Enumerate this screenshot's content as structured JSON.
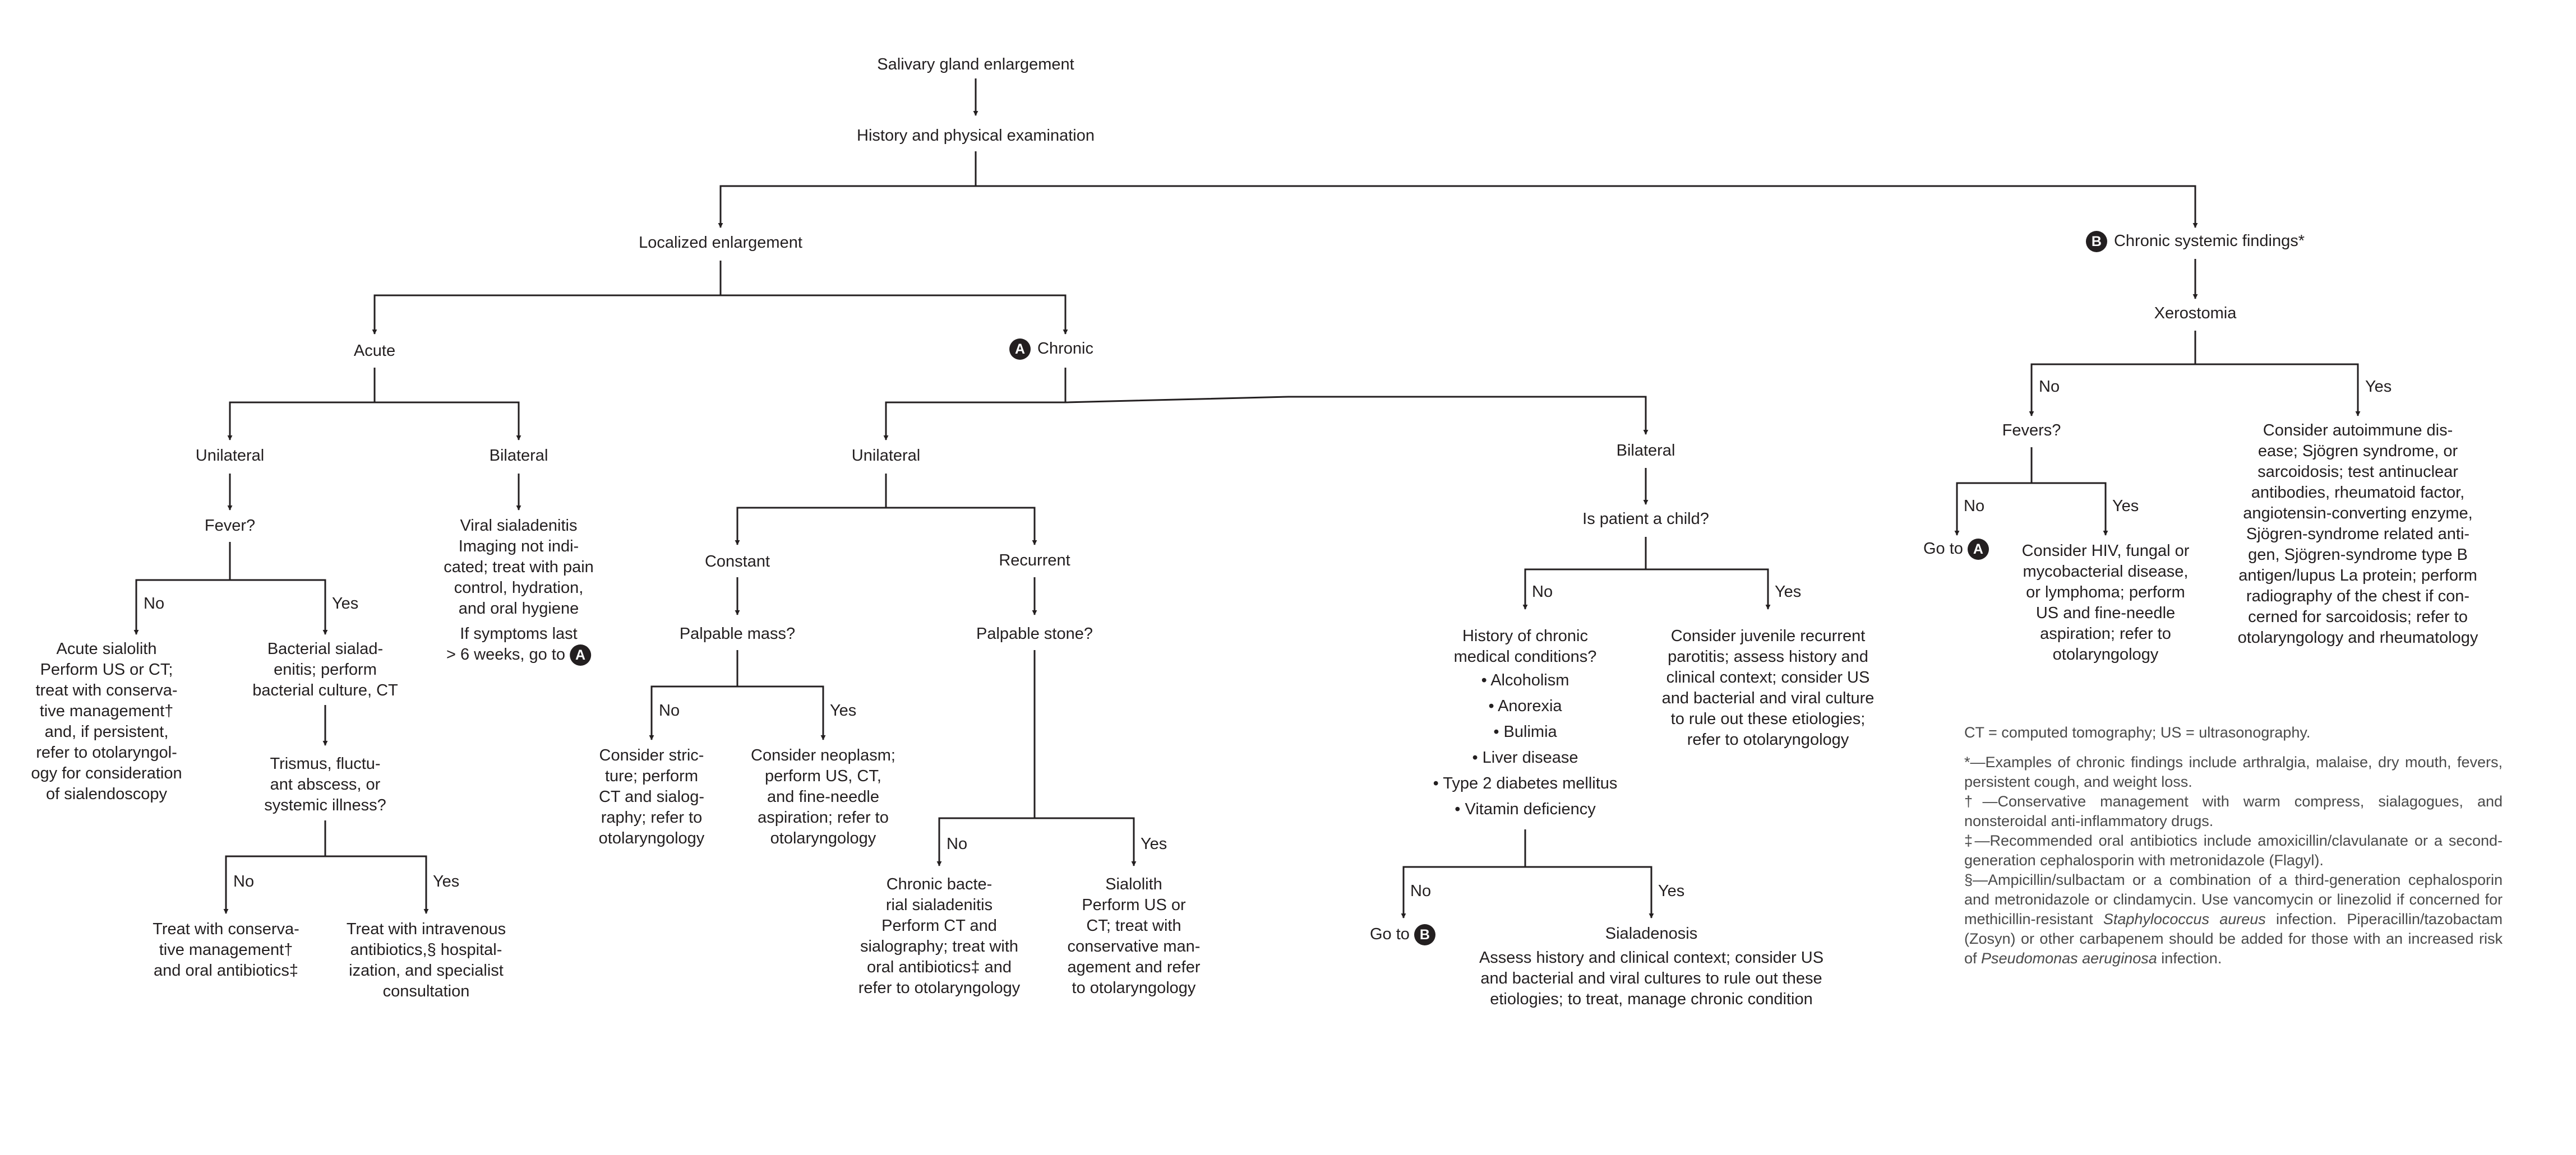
{
  "root": "Salivary gland enlargement",
  "history": "History and physical examination",
  "localized": "Localized enlargement",
  "chronic_systemic": {
    "badge": "B",
    "label": "Chronic systemic findings*"
  },
  "xerostomia": "Xerostomia",
  "acute": "Acute",
  "chronic": {
    "badge": "A",
    "label": "Chronic"
  },
  "acute_unilateral": "Unilateral",
  "acute_bilateral": "Bilateral",
  "fever_q": "Fever?",
  "viral": {
    "title": "Viral sialadenitis",
    "lines": [
      "Imaging not indi-",
      "cated; treat with pain",
      "control, hydration,",
      "and oral hygiene"
    ],
    "symptom_lines": [
      "If symptoms last",
      "> 6 weeks, go to"
    ],
    "badge": "A"
  },
  "acute_sialolith": {
    "title": "Acute sialolith",
    "lines": [
      "Perform US or CT;",
      "treat with conserva-",
      "tive management†",
      "and, if persistent,",
      "refer to otolaryngol-",
      "ogy for consideration",
      "of sialendoscopy"
    ]
  },
  "bacterial": {
    "lines": [
      "Bacterial sialad-",
      "enitis; perform",
      "bacterial culture, CT"
    ]
  },
  "trismus": {
    "lines": [
      "Trismus, fluctu-",
      "ant abscess, or",
      "systemic illness?"
    ]
  },
  "treat_conservative": {
    "lines": [
      "Treat with conserva-",
      "tive management†",
      "and oral antibiotics‡"
    ]
  },
  "treat_iv": {
    "lines": [
      "Treat with intravenous",
      "antibiotics,§ hospital-",
      "ization, and specialist",
      "consultation"
    ]
  },
  "chronic_unilateral": "Unilateral",
  "chronic_bilateral": "Bilateral",
  "constant": "Constant",
  "recurrent": "Recurrent",
  "palpable_mass": "Palpable mass?",
  "palpable_stone": "Palpable stone?",
  "stricture": {
    "lines": [
      "Consider stric-",
      "ture; perform",
      "CT and sialog-",
      "raphy; refer to",
      "otolaryngology"
    ]
  },
  "neoplasm": {
    "lines": [
      "Consider neoplasm;",
      "perform US, CT,",
      "and fine-needle",
      "aspiration; refer to",
      "otolaryngology"
    ]
  },
  "chronic_bacterial": {
    "title_lines": [
      "Chronic bacte-",
      "rial sialadenitis"
    ],
    "lines": [
      "Perform CT and",
      "sialography; treat with",
      "oral antibiotics‡ and",
      "refer to otolaryngology"
    ]
  },
  "sialolith": {
    "title": "Sialolith",
    "lines": [
      "Perform US or",
      "CT; treat with",
      "conservative man-",
      "agement and refer",
      "to otolaryngology"
    ]
  },
  "is_child": "Is patient a child?",
  "history_chronic": {
    "title_lines": [
      "History of chronic",
      "medical conditions?"
    ],
    "items": [
      "• Alcoholism",
      "• Anorexia",
      "• Bulimia",
      "• Liver disease",
      "• Type 2 diabetes mellitus",
      "• Vitamin deficiency"
    ]
  },
  "juvenile": {
    "lines": [
      "Consider juvenile recurrent",
      "parotitis; assess history and",
      "clinical context; consider US",
      "and bacterial and viral culture",
      "to rule out these etiologies;",
      "refer to otolaryngology"
    ]
  },
  "goto_b": {
    "text": "Go to",
    "badge": "B"
  },
  "sialadenosis": {
    "title": "Sialadenosis",
    "lines": [
      "Assess history and clinical context; consider US",
      "and bacterial and viral cultures to rule out these",
      "etiologies; to treat, manage chronic condition"
    ]
  },
  "fevers_q": "Fevers?",
  "goto_a": {
    "text": "Go to",
    "badge": "A"
  },
  "hiv": {
    "lines": [
      "Consider HIV, fungal or",
      "mycobacterial disease,",
      "or lymphoma; perform",
      "US and fine-needle",
      "aspiration; refer to",
      "otolaryngology"
    ]
  },
  "autoimmune": {
    "lines": [
      "Consider autoimmune dis-",
      "ease; Sjögren syndrome, or",
      "sarcoidosis; test antinuclear",
      "antibodies, rheumatoid factor,",
      "angiotensin-converting enzyme,",
      "Sjögren-syndrome related anti-",
      "gen, Sjögren-syndrome type B",
      "antigen/lupus La protein;  perform",
      "radiography of the chest if con-",
      "cerned for sarcoidosis; refer to",
      "otolaryngology and rheumatology"
    ]
  },
  "branch_labels": {
    "no": "No",
    "yes": "Yes"
  },
  "footnotes": {
    "abbrev": "CT = computed tomography; US = ultrasonography.",
    "star": "*—Examples of chronic findings include arthralgia, malaise, dry mouth, fevers, persistent cough, and weight loss.",
    "dagger": "†—Conservative management with warm compress, sialagogues, and nonsteroidal anti-inflammatory drugs.",
    "double_dagger": "‡—Recommended oral antibiotics include amoxicillin/clavulanate or a second-generation cephalosporin with metronidazole (Flagyl).",
    "section_1": "§—Ampicillin/sulbactam or a combination of a third-generation cephalosporin and metronidazole or clindamycin. Use vancomycin or linezolid if concerned for methicillin-resistant ",
    "section_staph": "Staphylococcus aureus",
    "section_2": " infection. Piperacillin/tazobactam (Zosyn) or other carbapenem should be added for those with an increased risk of ",
    "section_pseudo": "Pseudomonas aeruginosa",
    "section_3": " infection."
  },
  "colors": {
    "ink": "#231f20",
    "note": "#4a4a4a",
    "background": "#ffffff"
  }
}
